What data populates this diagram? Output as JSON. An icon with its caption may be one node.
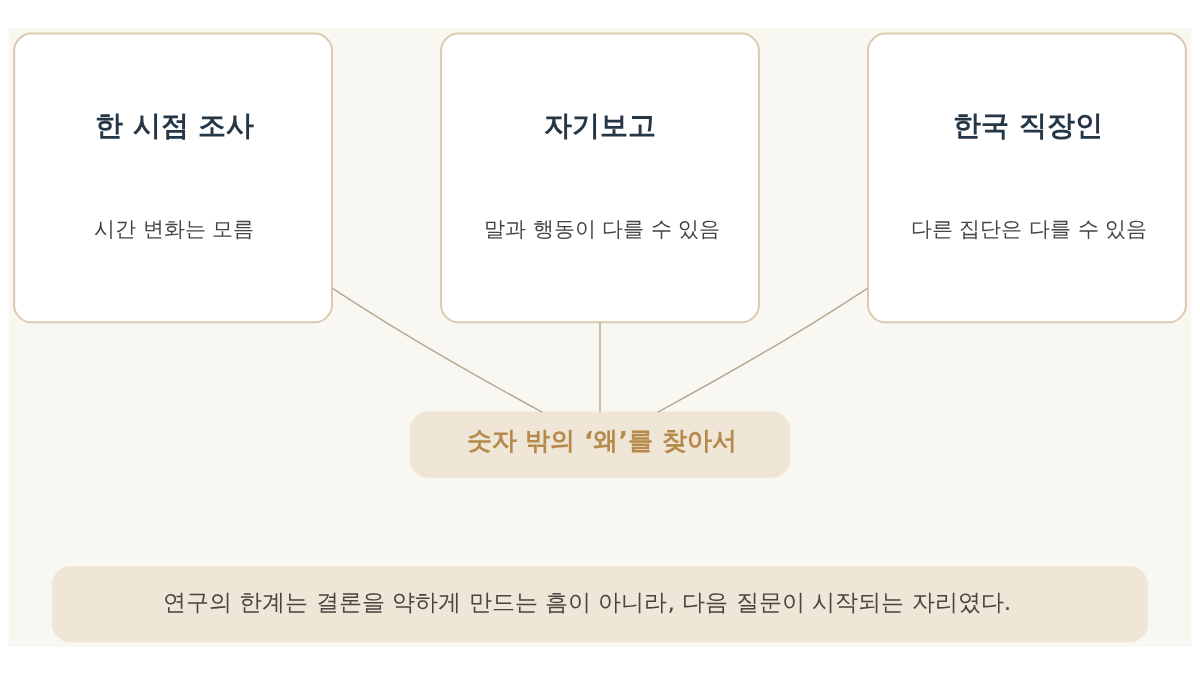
{
  "diagram": {
    "nodes": [
      {
        "text": [
          "한 시점 조사",
          "시간 변화는 모름"
        ]
      },
      {
        "text": [
          "자기보고",
          "말과 행동이 다를 수 있음"
        ]
      },
      {
        "text": [
          "한국 직장인",
          "다른 집단은 다를 수 있음"
        ]
      },
      {
        "text": [
          "숫자 밖의 ‘왜’를 찾아서"
        ]
      },
      {
        "text": [
          "연구의 한계는 결론을 약하게 만드는 흠이 아니라, 다음 질문이 시작되는 자리였다."
        ]
      }
    ],
    "edges": [
      {
        "from": 0,
        "to": 3,
        "arrow": "none"
      },
      {
        "from": 1,
        "to": 3,
        "arrow": "none"
      },
      {
        "from": 2,
        "to": 3,
        "arrow": "none"
      }
    ]
  }
}
